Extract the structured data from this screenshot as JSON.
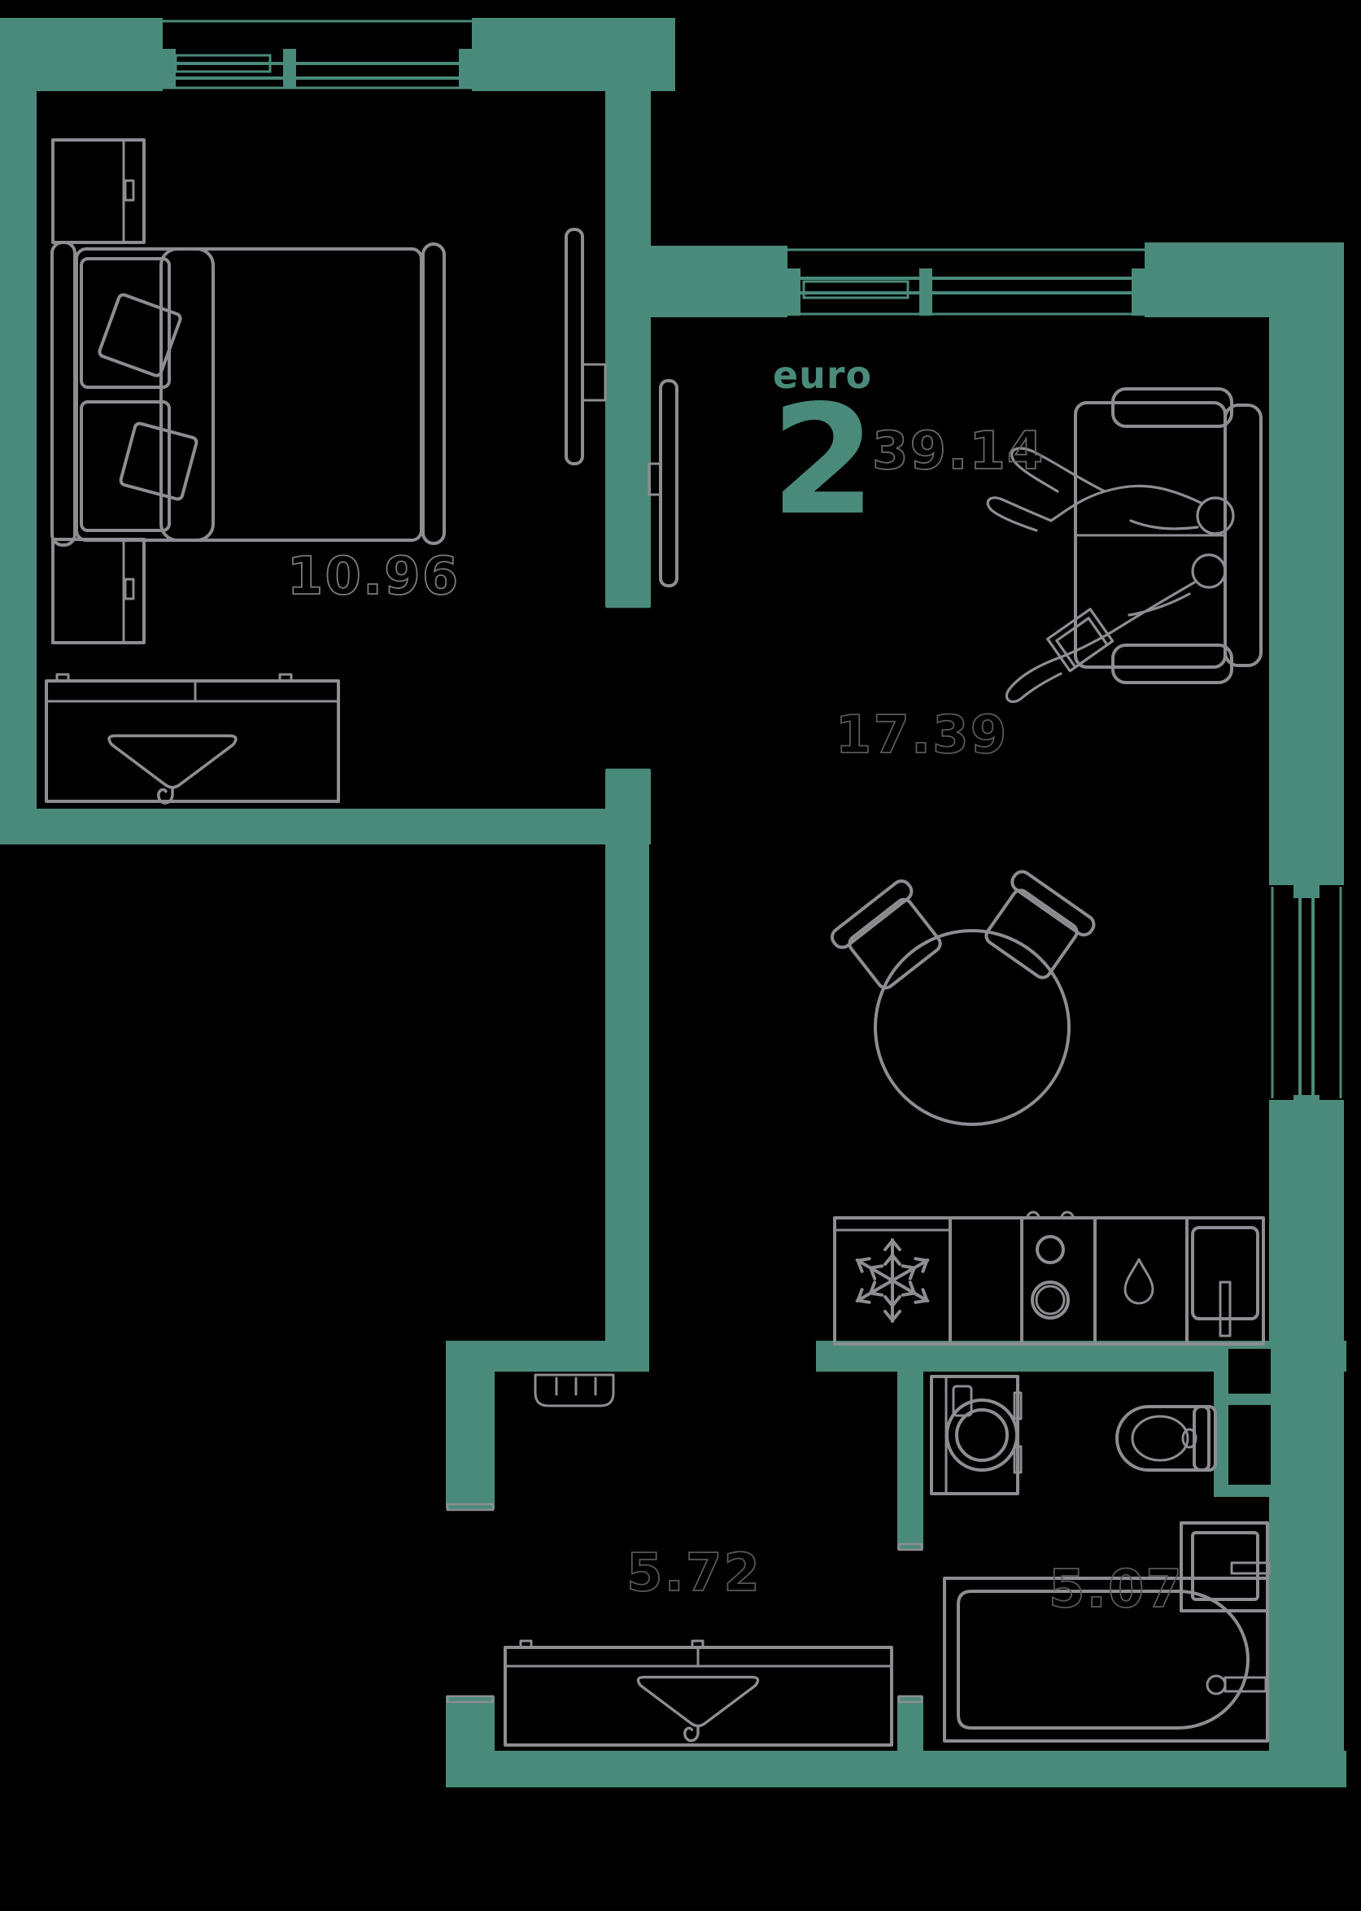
{
  "meta": {
    "title": "Apartment floor plan"
  },
  "colors": {
    "bg": "#000000",
    "wall": "#4a8a7a",
    "furniture": "#8d8d92",
    "accent": "#4a8a7a",
    "label_dark": "#585858",
    "label_mid": "#686868",
    "label_light": "#7a7a7a"
  },
  "plan": {
    "type_label": "euro",
    "rooms_count": "2",
    "total_area": "39.14",
    "rooms": [
      {
        "name": "bedroom",
        "area": "10.96"
      },
      {
        "name": "living-room-kitchen",
        "area": "17.39"
      },
      {
        "name": "hallway",
        "area": "5.72"
      },
      {
        "name": "bathroom",
        "area": "5.07"
      }
    ]
  },
  "icons": {
    "fridge": "snowflake-icon",
    "kitchen": "water-drop-icon",
    "wardrobes": "hanger-icon"
  }
}
